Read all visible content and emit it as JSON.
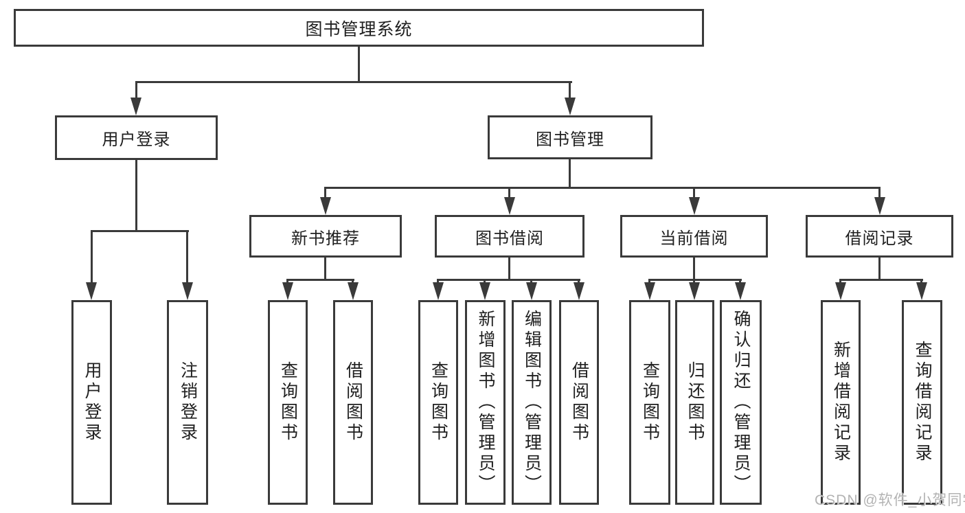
{
  "diagram": {
    "root": {
      "label": "图书管理系统"
    },
    "branches": [
      {
        "label": "用户登录",
        "children": [
          {
            "label": "用户登录"
          },
          {
            "label": "注销登录"
          }
        ]
      },
      {
        "label": "图书管理",
        "children": [
          {
            "label": "新书推荐",
            "children": [
              {
                "label": "查询图书"
              },
              {
                "label": "借阅图书"
              }
            ]
          },
          {
            "label": "图书借阅",
            "children": [
              {
                "label": "查询图书"
              },
              {
                "label": "新增图书（管理员）"
              },
              {
                "label": "编辑图书（管理员）"
              },
              {
                "label": "借阅图书"
              }
            ]
          },
          {
            "label": "当前借阅",
            "children": [
              {
                "label": "查询图书"
              },
              {
                "label": "归还图书"
              },
              {
                "label": "确认归还（管理员）"
              }
            ]
          },
          {
            "label": "借阅记录",
            "children": [
              {
                "label": "新增借阅记录"
              },
              {
                "label": "查询借阅记录"
              }
            ]
          }
        ]
      }
    ]
  },
  "watermark": {
    "text": "CSDN @软件_小贺同学"
  },
  "colors": {
    "line": "#3a3a3a",
    "text": "#1f1f1f",
    "background": "#ffffff",
    "watermark": "#b3b3b3"
  }
}
